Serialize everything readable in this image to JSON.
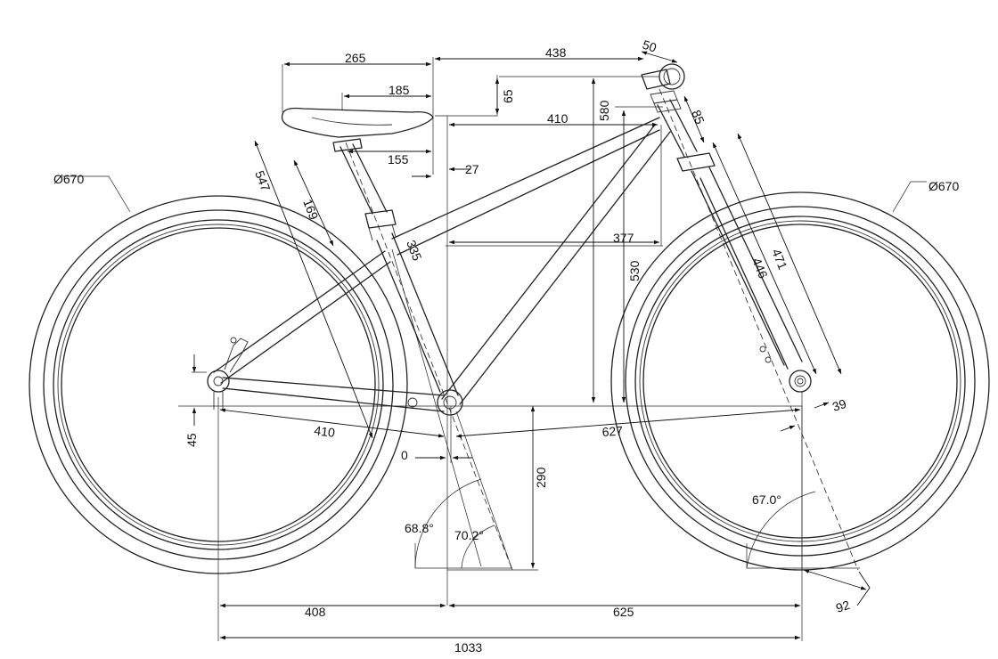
{
  "drawing": {
    "wheel_rear_label": "Ø670",
    "wheel_front_label": "Ø670",
    "dims": {
      "saddle_setback": "265",
      "reach_to_bar": "438",
      "saddle_length": "185",
      "saddle_drop": "65",
      "stem_length": "50",
      "stack_to_bar": "580",
      "top_tube_length": "410",
      "spacer_height": "85",
      "saddle_nose": "155",
      "seat_offset": "27",
      "saddle_to_pedal": "547",
      "seatpost_exposed": "169",
      "seat_tube_length": "335",
      "reach": "377",
      "fork_axle_crown": "471",
      "fork_length": "446",
      "stack": "530",
      "chainstay_horizontal": "410",
      "bb_drop_rear": "45",
      "front_center": "627",
      "fork_offset": "39",
      "bb_offset": "0",
      "bb_height": "290",
      "seat_angle_actual": "68.8°",
      "seat_angle_effective": "70.2°",
      "head_angle": "67.0°",
      "trail": "92",
      "chainstay_length": "408",
      "front_wheelbase_part": "625",
      "wheelbase": "1033"
    }
  }
}
